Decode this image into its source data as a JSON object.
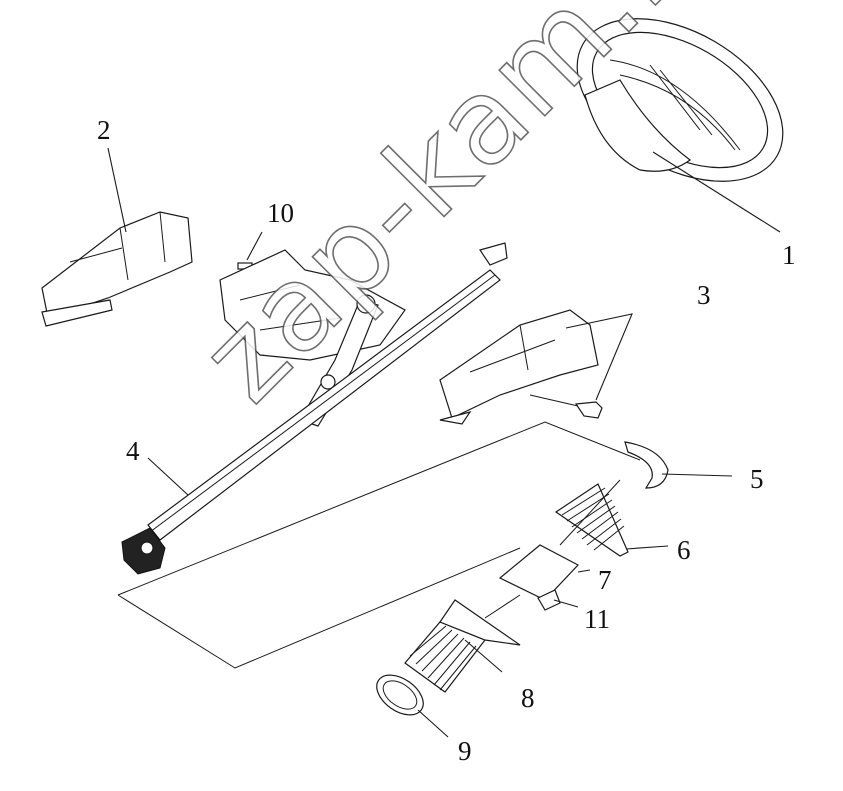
{
  "diagram": {
    "watermark": "zap-kam.ru",
    "callouts": [
      {
        "id": "1",
        "label": "1"
      },
      {
        "id": "2",
        "label": "2"
      },
      {
        "id": "3",
        "label": "3"
      },
      {
        "id": "4",
        "label": "4"
      },
      {
        "id": "5",
        "label": "5"
      },
      {
        "id": "6",
        "label": "6"
      },
      {
        "id": "7",
        "label": "7"
      },
      {
        "id": "8",
        "label": "8"
      },
      {
        "id": "9",
        "label": "9"
      },
      {
        "id": "10",
        "label": "10"
      },
      {
        "id": "11",
        "label": "11"
      }
    ]
  },
  "colors": {
    "line": "#1a1a1a",
    "background": "#ffffff",
    "watermark_outline": "#555555"
  }
}
